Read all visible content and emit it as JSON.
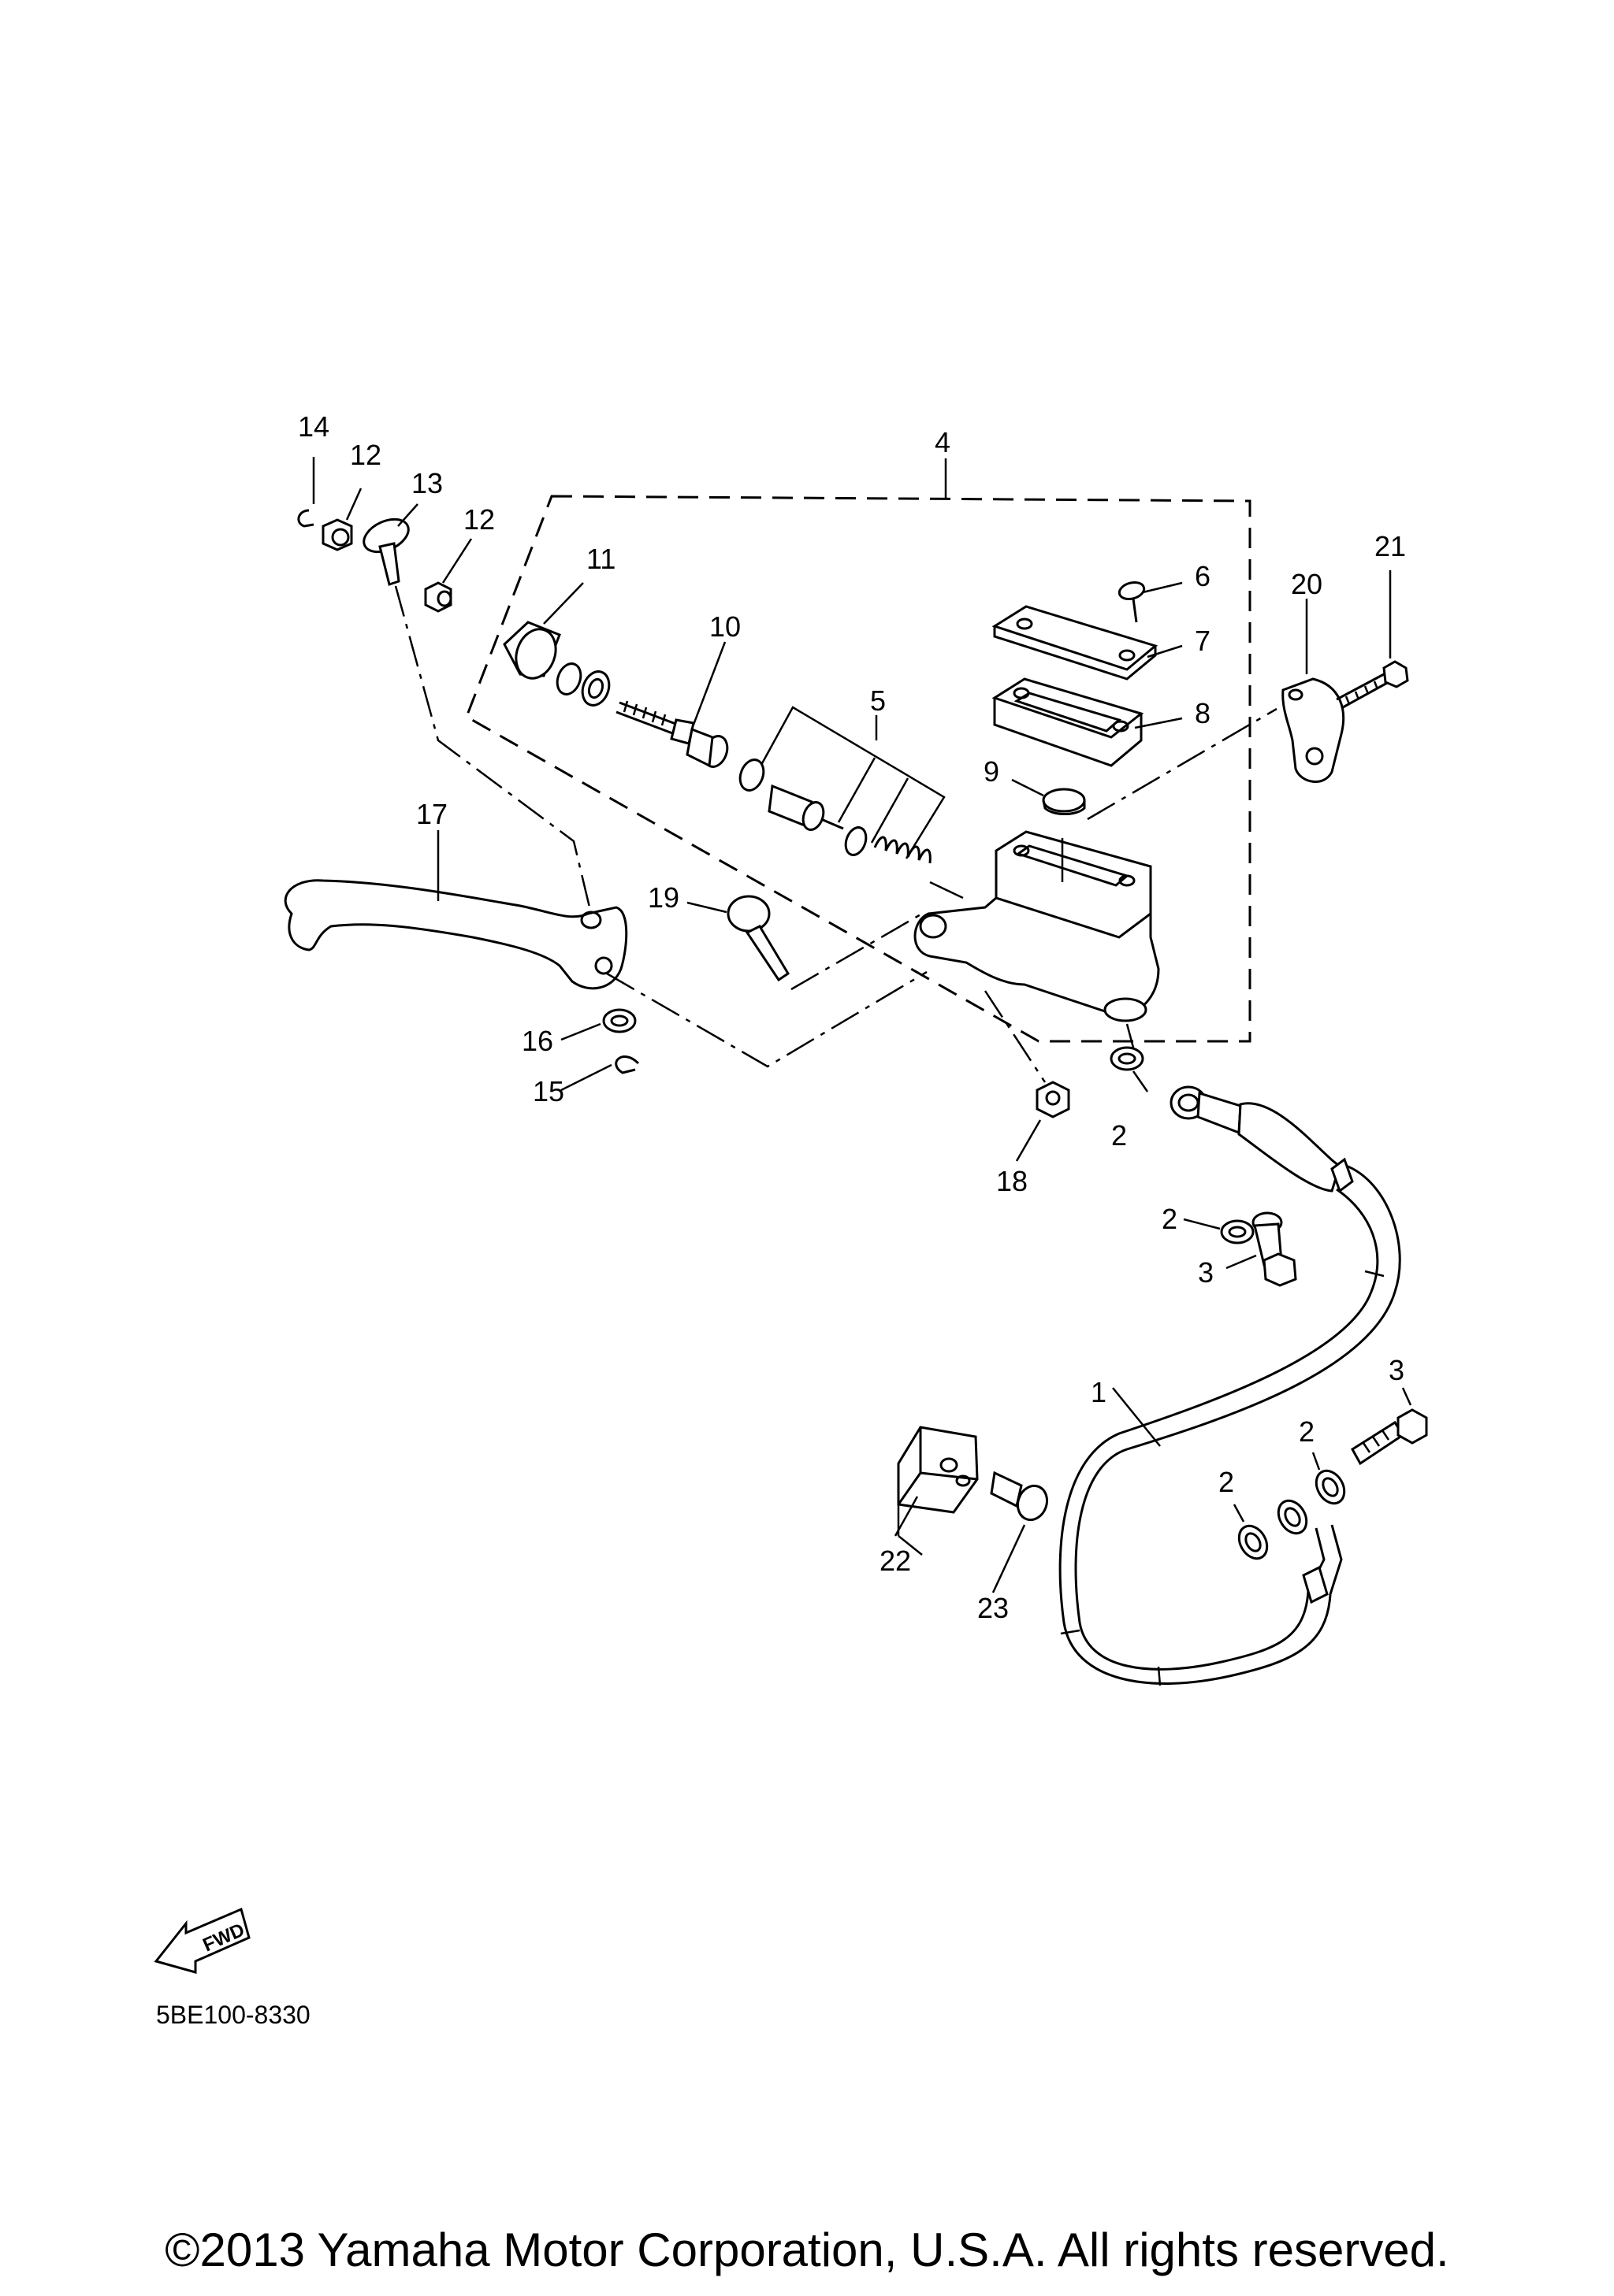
{
  "callouts": [
    {
      "id": "c14",
      "label": "14"
    },
    {
      "id": "c12a",
      "label": "12"
    },
    {
      "id": "c13",
      "label": "13"
    },
    {
      "id": "c12b",
      "label": "12"
    },
    {
      "id": "c4",
      "label": "4"
    },
    {
      "id": "c11",
      "label": "11"
    },
    {
      "id": "c10",
      "label": "10"
    },
    {
      "id": "c6",
      "label": "6"
    },
    {
      "id": "c21",
      "label": "21"
    },
    {
      "id": "c20",
      "label": "20"
    },
    {
      "id": "c7",
      "label": "7"
    },
    {
      "id": "c8",
      "label": "8"
    },
    {
      "id": "c5",
      "label": "5"
    },
    {
      "id": "c9",
      "label": "9"
    },
    {
      "id": "c17",
      "label": "17"
    },
    {
      "id": "c19",
      "label": "19"
    },
    {
      "id": "c16",
      "label": "16"
    },
    {
      "id": "c15",
      "label": "15"
    },
    {
      "id": "c18",
      "label": "18"
    },
    {
      "id": "c2a",
      "label": "2"
    },
    {
      "id": "c2b",
      "label": "2"
    },
    {
      "id": "c3a",
      "label": "3"
    },
    {
      "id": "c1",
      "label": "1"
    },
    {
      "id": "c3b",
      "label": "3"
    },
    {
      "id": "c2c",
      "label": "2"
    },
    {
      "id": "c2d",
      "label": "2"
    },
    {
      "id": "c22",
      "label": "22"
    },
    {
      "id": "c23",
      "label": "23"
    }
  ],
  "fwd_label": "FWD",
  "diagram_code": "5BE100-8330",
  "copyright": "©2013 Yamaha Motor Corporation, U.S.A. All rights reserved."
}
